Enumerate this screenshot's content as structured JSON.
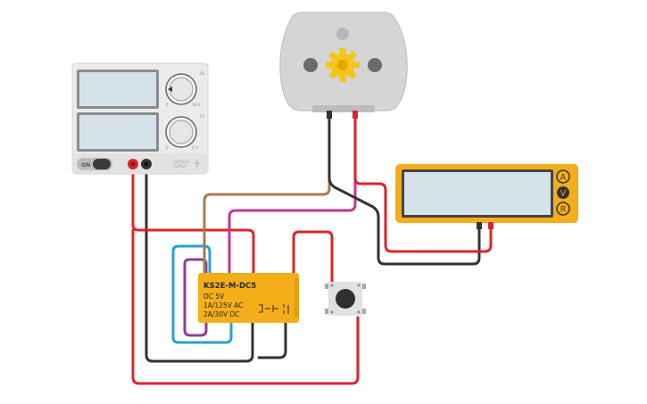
{
  "power_supply": {
    "knob_top_label": "VE",
    "knob_top_min": "0",
    "knob_top_max": "30 V",
    "knob_bottom_label": "CC",
    "knob_bottom_min": "0",
    "knob_bottom_max": "5 A",
    "switch_label": "ON",
    "brand_line1": "VOLTAGE",
    "brand_line2": "SUPPLY",
    "bolt_icon": "lightning-icon"
  },
  "motor": {
    "gear_icon": "gear-icon"
  },
  "relay": {
    "model": "KS2E-M-DC5",
    "line1": "DC 5V",
    "line2": "1A/125V AC",
    "line3": "2A/30V  DC"
  },
  "multimeter": {
    "mode_a": "A",
    "mode_v": "V",
    "mode_r": "R",
    "selected_mode": "V"
  },
  "wire_colors": {
    "red": "#d8262c",
    "black": "#333333",
    "brown": "#a67c52",
    "pink": "#c6368f",
    "purple": "#8a3f9c",
    "blue": "#2a9fd6"
  }
}
